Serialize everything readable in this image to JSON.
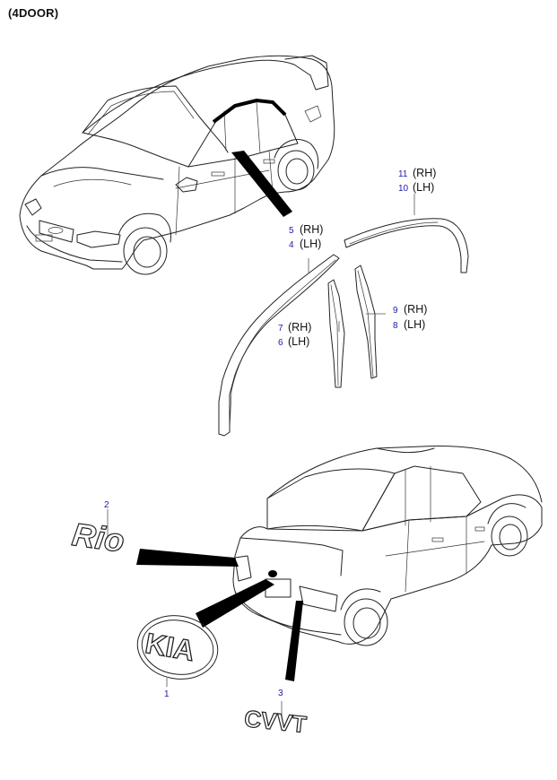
{
  "title": "(4DOOR)",
  "callouts": [
    {
      "num": "11",
      "side": "(RH)"
    },
    {
      "num": "10",
      "side": "(LH)"
    },
    {
      "num": "5",
      "side": "(RH)"
    },
    {
      "num": "4",
      "side": "(LH)"
    },
    {
      "num": "9",
      "side": "(RH)"
    },
    {
      "num": "8",
      "side": "(LH)"
    },
    {
      "num": "7",
      "side": "(RH)"
    },
    {
      "num": "6",
      "side": "(LH)"
    },
    {
      "num": "2"
    },
    {
      "num": "1"
    },
    {
      "num": "3"
    }
  ],
  "emblems": {
    "kia": "KIA",
    "rio": "Rio",
    "cvvt": "CVVT"
  }
}
